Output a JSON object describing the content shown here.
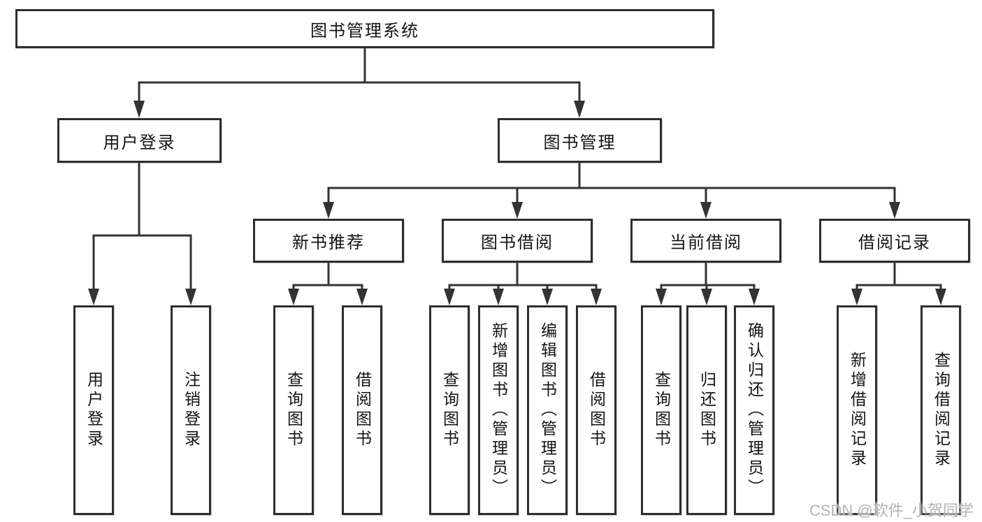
{
  "colors": {
    "line": "#333333",
    "box_border": "#2e2e2e",
    "box_fill": "#ffffff",
    "text": "#141414",
    "watermark": "#b3b3b3"
  },
  "watermark": {
    "text": "CSDN @软件_小贺同学"
  },
  "tree": {
    "root": {
      "label": "图书管理系统"
    },
    "branches": [
      {
        "label": "用户登录",
        "leaves": [
          {
            "label": "用户登录"
          },
          {
            "label": "注销登录"
          }
        ]
      },
      {
        "label": "图书管理",
        "groups": [
          {
            "label": "新书推荐",
            "leaves": [
              {
                "label": "查询图书"
              },
              {
                "label": "借阅图书"
              }
            ]
          },
          {
            "label": "图书借阅",
            "leaves": [
              {
                "label": "查询图书"
              },
              {
                "label": "新增图书（管理员）"
              },
              {
                "label": "编辑图书（管理员）"
              },
              {
                "label": "借阅图书"
              }
            ]
          },
          {
            "label": "当前借阅",
            "leaves": [
              {
                "label": "查询图书"
              },
              {
                "label": "归还图书"
              },
              {
                "label": "确认归还（管理员）"
              }
            ]
          },
          {
            "label": "借阅记录",
            "leaves": [
              {
                "label": "新增借阅记录"
              },
              {
                "label": "查询借阅记录"
              }
            ]
          }
        ]
      }
    ]
  }
}
